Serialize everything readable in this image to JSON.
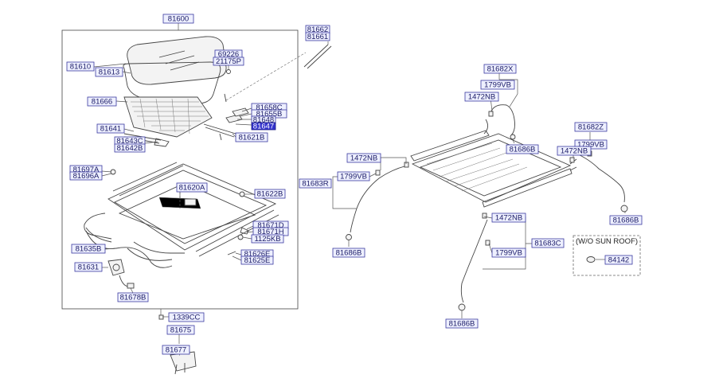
{
  "parts": {
    "p81600": "81600",
    "p81610": "81610",
    "p81613": "81613",
    "p69226": "69226",
    "p21175P": "21175P",
    "p81662": "81662",
    "p81661": "81661",
    "p81666": "81666",
    "p81658C": "81658C",
    "p81655B": "81655B",
    "p81648": "81648",
    "p81647": "81647",
    "p81641": "81641",
    "p81643C": "81643C",
    "p81642B": "81642B",
    "p81621B": "81621B",
    "p81697A": "81697A",
    "p81696A": "81696A",
    "p81620A": "81620A",
    "p81622B": "81622B",
    "p81671D": "81671D",
    "p81671H": "81671H",
    "p1125KB": "1125KB",
    "p81635B": "81635B",
    "p81626E": "81626E",
    "p81625E": "81625E",
    "p81631": "81631",
    "p81678B": "81678B",
    "p1339CC": "1339CC",
    "p81675": "81675",
    "p81677": "81677",
    "p81682X": "81682X",
    "p1799VB_a": "1799VB",
    "p1472NB_a": "1472NB",
    "p81686B_a": "81686B",
    "p81682Z": "81682Z",
    "p1799VB_b": "1799VB",
    "p1472NB_b": "1472NB",
    "p81686B_b": "81686B",
    "p1472NB_c": "1472NB",
    "p81683R": "81683R",
    "p1799VB_c": "1799VB",
    "p81686B_c": "81686B",
    "p1472NB_d": "1472NB",
    "p81683C": "81683C",
    "p1799VB_d": "1799VB",
    "p81686B_d": "81686B",
    "wo_sunroof": "(W/O SUN ROOF)",
    "p84142": "84142"
  },
  "colors": {
    "label_fill": "#eef0ff",
    "label_border": "#3a3aa0",
    "label_text": "#1a1a66",
    "highlight_fill": "#3333cc",
    "line": "#444444"
  }
}
